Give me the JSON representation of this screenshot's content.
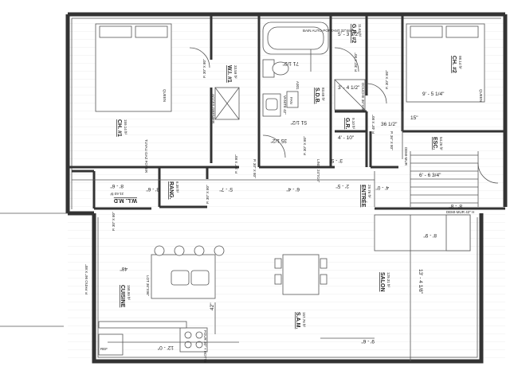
{
  "rooms": {
    "ch1": {
      "name": "CH. #1",
      "area": "159.14 ft²"
    },
    "ch2": {
      "name": "CH. #2",
      "area": "98.14 ft²"
    },
    "wi1": {
      "name": "W.I. #1",
      "area": "33.59 ft²"
    },
    "sdb": {
      "name": "S.D.B.",
      "area": "83.69 ft²"
    },
    "gr2": {
      "name": "G.R. #2",
      "area": "11.63 ft²"
    },
    "gr": {
      "name": "G.R.",
      "area": "9.10 ft²"
    },
    "esc": {
      "name": "ESC.",
      "area": "54.26 ft²"
    },
    "wl": {
      "name": "W.L. M.D",
      "area": "21.63 ft²"
    },
    "rang": {
      "name": "RANG.",
      "area": "6.38 ft²"
    },
    "entree": {
      "name": "ENTRÉE",
      "area": "29.76 ft²"
    },
    "cuisine": {
      "name": "CUISINE",
      "area": "158.99 ft²"
    },
    "salon": {
      "name": "SALON",
      "area": "129.31 ft²"
    },
    "sam": {
      "name": "S.A.M.",
      "area": "157.76 ft²"
    }
  },
  "fixtures": {
    "queen1": "QUEEN",
    "queen2": "QUEEN",
    "bath": "BAIN AUTO-PORTANT 32\"X60\"",
    "vanity": "VANITÉ 42\"",
    "fan": "FAN",
    "code": "A301",
    "shower": "DOUCHE 36\"X36\"",
    "linen": "LING. 24\"X16\"",
    "ladder": "ACCÈS GRENIER",
    "flue": "TUYAU GAZ FOYER",
    "demimur1": "DEMI-MUR",
    "demimur2": "DEMI-MUR 42\" H",
    "lot": "LOT 36\"X96\"",
    "range": "FOUR 30\" + HOTTE",
    "ref": "REF",
    "patio": "P. PATIO 96\" X 80\""
  },
  "doors": {
    "d1": "P. 30\" X 80\"",
    "d2": "P. 30\" X 80\"",
    "d3": "P. 30\" X 80\"",
    "d4": "P. 30\" X 80\"",
    "d5": "P. 30\" X 80\"",
    "d6": "P. 30\" X 80\"",
    "d7": "P. 48\" X 80\"",
    "d8": "P. 36\" X 80\"",
    "d9": "P. 30\" X 80\"",
    "d10": "P. 30\" X 80\""
  },
  "dims": {
    "d_71": "71 1/2\"",
    "d_51": "51 1/2\"",
    "d_35": "35 1/2\"",
    "d_5_3": "5' - 3 1/2\"",
    "d_3_4": "3' - 4 1/2\"",
    "d_9_5": "9' - 5 1/4\"",
    "d_4_10": "4' - 10\"",
    "d_36": "36 1/2\"",
    "d_15": "15\"",
    "d_6_6": "6' - 6 3/4\"",
    "d_2_5": "2' - 5\"",
    "d_4_0": "4' - 0\"",
    "d_6_4": "6' - 4\"",
    "d_5_7": "5' - 7\"",
    "d_3_6": "3' - 6\"",
    "d_8_6": "8' - 6\"",
    "d_8": "8' - 8\"",
    "d_8_9": "8' - 9\"",
    "d_48": "48\"",
    "d_42": "42\"",
    "d_12": "12' - 0\"",
    "d_9_6": "9' - 6\"",
    "d_13": "13' - 4 1/8\"",
    "d_3_5": "3' - 5\""
  },
  "colors": {
    "wall": "#333333",
    "paper": "#ffffff",
    "line": "#555555"
  }
}
